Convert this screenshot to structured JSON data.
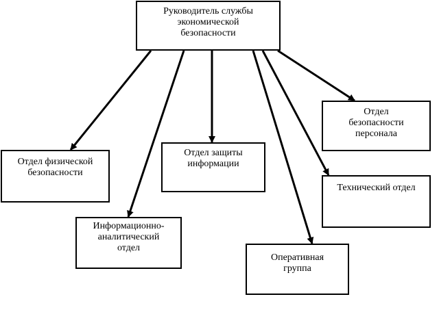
{
  "diagram": {
    "nodes": [
      {
        "id": "head",
        "label": "Руководитель службы\nэкономической\nбезопасности"
      },
      {
        "id": "phys",
        "label": "Отдел физической\nбезопасности"
      },
      {
        "id": "infosec",
        "label": "Отдел защиты\nинформации"
      },
      {
        "id": "personnel",
        "label": "Отдел\nбезопасности\nперсонала"
      },
      {
        "id": "tech",
        "label": "Технический отдел"
      },
      {
        "id": "analytic",
        "label": "Информационно-\nаналитический\nотдел"
      },
      {
        "id": "oper",
        "label": "Оперативная\nгруппа"
      }
    ],
    "edges": [
      {
        "from": "head",
        "to": "phys"
      },
      {
        "from": "head",
        "to": "analytic"
      },
      {
        "from": "head",
        "to": "infosec"
      },
      {
        "from": "head",
        "to": "oper"
      },
      {
        "from": "head",
        "to": "tech"
      },
      {
        "from": "head",
        "to": "personnel"
      }
    ],
    "line_color": "#000000"
  }
}
